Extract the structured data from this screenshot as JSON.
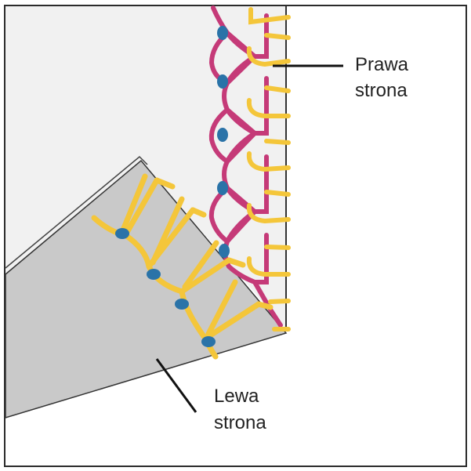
{
  "labels": {
    "right_line1": "Prawa",
    "right_line2": "strona",
    "left_line1": "Lewa",
    "left_line2": "strona"
  },
  "colors": {
    "frame": "#2b2b2b",
    "fabric_right": "#f2f2f2",
    "fabric_left": "#c8c8c8",
    "thread_magenta": "#c53a78",
    "thread_yellow": "#f4c63a",
    "thread_outline": "#6b5a1e",
    "loop_blue": "#2a73a8"
  }
}
